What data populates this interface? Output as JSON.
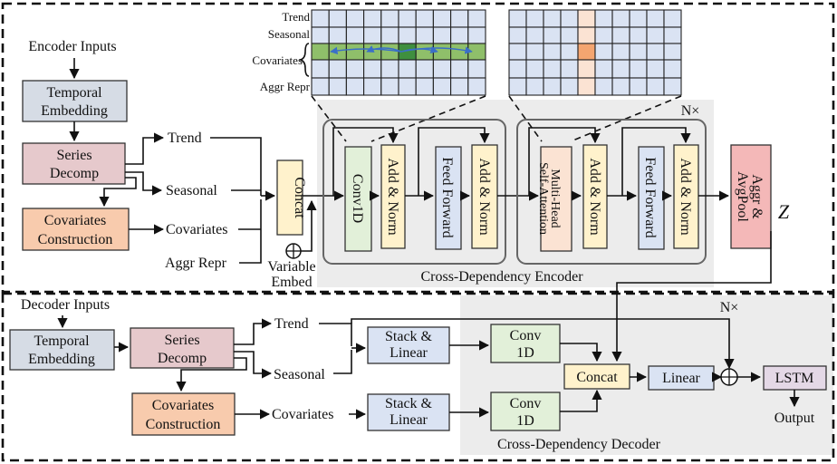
{
  "encoder": {
    "inputs": "Encoder Inputs",
    "temporal_embedding": [
      "Temporal",
      "Embedding"
    ],
    "series_decomp": [
      "Series",
      "Decomp"
    ],
    "covariates_construction": [
      "Covariates",
      "Construction"
    ],
    "trend": "Trend",
    "seasonal": "Seasonal",
    "covariates": "Covariates",
    "aggr_repr": "Aggr Repr",
    "concat": "Concat",
    "variable_embed": [
      "Variable",
      "Embed"
    ],
    "conv1d": "Conv1D",
    "add_norm": "Add & Norm",
    "feed_forward": "Feed Forward",
    "multi_head": [
      "Multi-Head",
      "Self-Attention"
    ],
    "aggr_avgpool": [
      "Aggr &",
      "AvgPool"
    ],
    "z_label": "Z",
    "repeat": "N×",
    "title": "Cross-Dependency Encoder"
  },
  "grid": {
    "row_labels": [
      "Trend",
      "Seasonal",
      "Covariates",
      "Aggr Repr"
    ]
  },
  "decoder": {
    "inputs": "Decoder Inputs",
    "temporal_embedding": [
      "Temporal",
      "Embedding"
    ],
    "series_decomp": [
      "Series",
      "Decomp"
    ],
    "covariates_construction": [
      "Covariates",
      "Construction"
    ],
    "trend": "Trend",
    "seasonal": "Seasonal",
    "covariates": "Covariates",
    "stack_linear": [
      "Stack &",
      "Linear"
    ],
    "conv1d": [
      "Conv",
      "1D"
    ],
    "concat": "Concat",
    "linear": "Linear",
    "lstm": "LSTM",
    "output": "Output",
    "repeat": "N×",
    "title": "Cross-Dependency Decoder"
  },
  "colors": {
    "grey_blue": "#d6dce5",
    "pink": "#e6c9cc",
    "orange": "#f8cbad",
    "yellow": "#fff2cc",
    "green": "#e2f0d9",
    "blue": "#dae3f3",
    "red": "#f4b8b8",
    "purple": "#e4d8e6",
    "region": "#ececec",
    "grid_cell": "#dae3f3",
    "grid_row_green": "#8fbf6a",
    "grid_green_dark": "#3f8f3f",
    "grid_col_peach": "#fbe3d3",
    "grid_peach_dark": "#f4a570",
    "arrow_blue": "#3a6fc8"
  }
}
